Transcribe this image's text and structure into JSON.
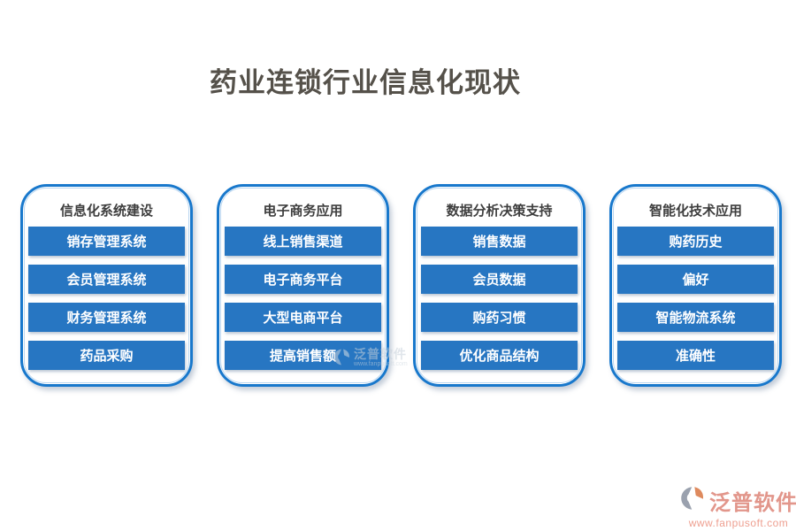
{
  "title": {
    "text": "药业连锁行业信息化现状"
  },
  "cards": [
    {
      "header": "信息化系统建设",
      "items": [
        "销存管理系统",
        "会员管理系统",
        "财务管理系统",
        "药品采购"
      ]
    },
    {
      "header": "电子商务应用",
      "items": [
        "线上销售渠道",
        "电子商务平台",
        "大型电商平台",
        "提高销售额"
      ]
    },
    {
      "header": "数据分析决策支持",
      "items": [
        "销售数据",
        "会员数据",
        "购药习惯",
        "优化商品结构"
      ]
    },
    {
      "header": "智能化技术应用",
      "items": [
        "购药历史",
        "偏好",
        "智能物流系统",
        "准确性"
      ]
    }
  ],
  "brand": {
    "name": "泛普软件",
    "url": "www.fanpusoft.com"
  },
  "watermark": {
    "name": "泛普软件",
    "url": "www.fanpusoft.com"
  },
  "colors": {
    "item_blue": "#2776C2",
    "card_border": "#1878CC",
    "card_inner_border": "#B9D6F0",
    "title_text": "#55514A",
    "header_text": "#3E3E3E",
    "brand_text": "#E2968B",
    "brand_url_text": "#EE9F90"
  }
}
